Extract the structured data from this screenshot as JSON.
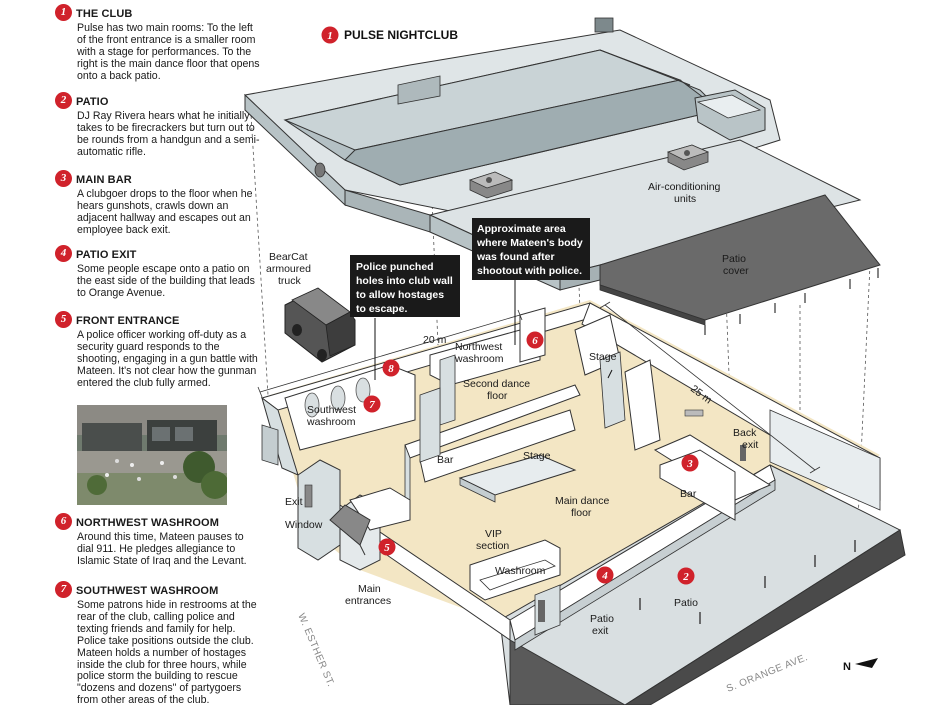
{
  "title": "PULSE NIGHTCLUB",
  "sections": [
    {
      "num": "1",
      "title": "THE CLUB",
      "body": "Pulse has two main rooms: To the left of the front entrance is a smaller room with a stage for performances. To the right is the main dance floor that opens onto a back patio."
    },
    {
      "num": "2",
      "title": "PATIO",
      "body": "DJ Ray Rivera hears what he initially takes to be firecrackers but turn out to be rounds from a handgun and a semi-automatic rifle."
    },
    {
      "num": "3",
      "title": "MAIN BAR",
      "body": "A clubgoer drops to the floor when he hears gunshots, crawls down an adjacent hallway and escapes out an employee back exit."
    },
    {
      "num": "4",
      "title": "PATIO EXIT",
      "body": "Some people escape onto a patio on the east side of the building that leads to Orange Avenue."
    },
    {
      "num": "5",
      "title": "FRONT ENTRANCE",
      "body": "A police officer working off-duty as a security guard responds to the shooting, engaging in a gun battle with Mateen. It's not clear how the gunman entered the club fully armed."
    },
    {
      "num": "6",
      "title": "NORTHWEST WASHROOM",
      "body": "Around this time, Mateen pauses to dial 911. He pledges allegiance to Islamic State of Iraq and the Levant."
    },
    {
      "num": "7",
      "title": "SOUTHWEST WASHROOM",
      "body": "Some patrons hide in restrooms at the rear of the club, calling police and texting friends and family for help. Police take positions outside the club. Mateen holds a number of hostages inside the club for three hours, while police storm the building to rescue \"dozens and dozens\" of partygoers from other areas of the club."
    }
  ],
  "labels": {
    "air_conditioning_1": "Air-conditioning",
    "air_conditioning_2": "units",
    "patio_cover_1": "Patio",
    "patio_cover_2": "cover",
    "bearcat_1": "BearCat",
    "bearcat_2": "armoured",
    "bearcat_3": "truck",
    "nw_washroom_1": "Northwest",
    "nw_washroom_2": "washroom",
    "sw_washroom_1": "Southwest",
    "sw_washroom_2": "washroom",
    "second_dance_1": "Second dance",
    "second_dance_2": "floor",
    "stage_top": "Stage",
    "stage_mid": "Stage",
    "bar_left": "Bar",
    "bar_right": "Bar",
    "back_exit_1": "Back",
    "back_exit_2": "exit",
    "main_dance_1": "Main dance",
    "main_dance_2": "floor",
    "vip_1": "VIP",
    "vip_2": "section",
    "washroom": "Washroom",
    "exit": "Exit",
    "window": "Window",
    "main_entrances_1": "Main",
    "main_entrances_2": "entrances",
    "patio_exit_1": "Patio",
    "patio_exit_2": "exit",
    "patio": "Patio",
    "dim_20": "20 m",
    "dim_25": "25 m",
    "street_esther": "W. ESTHER ST.",
    "street_orange": "S. ORANGE AVE.",
    "north": "N"
  },
  "callouts": {
    "police_1": "Police punched",
    "police_2": "holes into club wall",
    "police_3": "to allow hostages",
    "police_4": "to escape.",
    "body_1": "Approximate area",
    "body_2": "where Mateen's body",
    "body_3": "was found after",
    "body_4": "shootout with police."
  },
  "colors": {
    "accent": "#d0222b",
    "floor": "#f3e6c4",
    "roof": "#c9d3d6",
    "wall_top": "#ffffff",
    "wall_side": "#d7dfe1",
    "patio_cover": "#6a6a6a",
    "callout_bg": "#1a1a1a"
  }
}
